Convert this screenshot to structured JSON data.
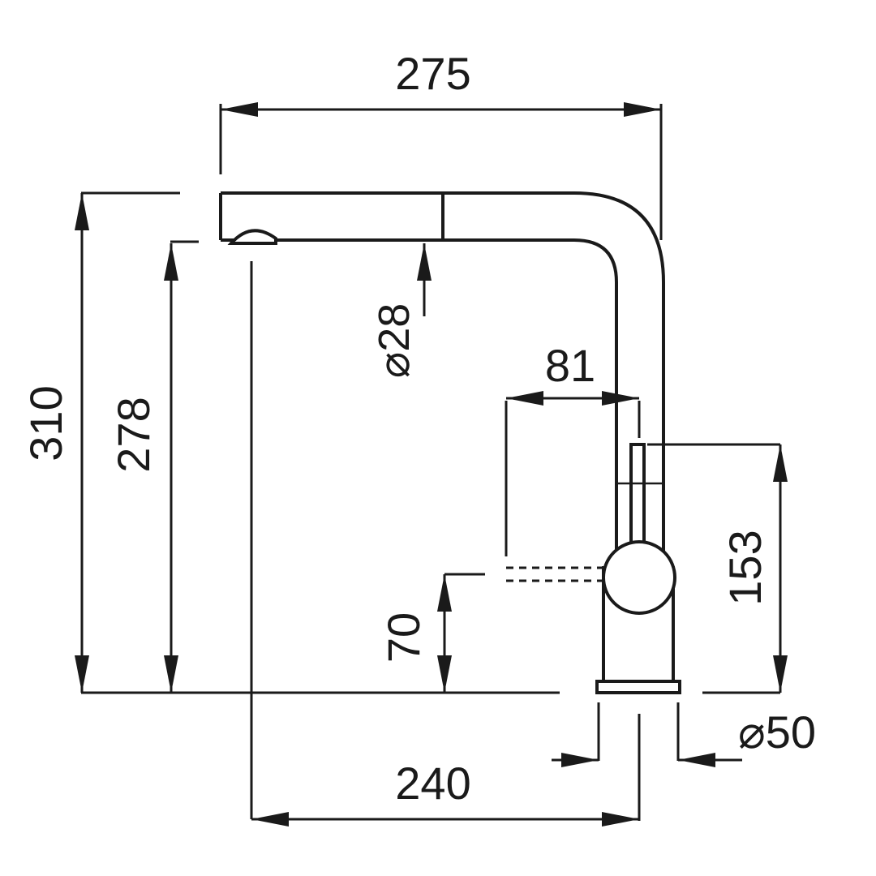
{
  "drawing": {
    "dimensions": {
      "overall_width": "275",
      "overall_height": "310",
      "spout_height": "278",
      "spout_diameter": "⌀28",
      "lever_reach": "81",
      "lever_height": "153",
      "body_clearance": "70",
      "spout_reach": "240",
      "base_diameter": "⌀50"
    }
  }
}
